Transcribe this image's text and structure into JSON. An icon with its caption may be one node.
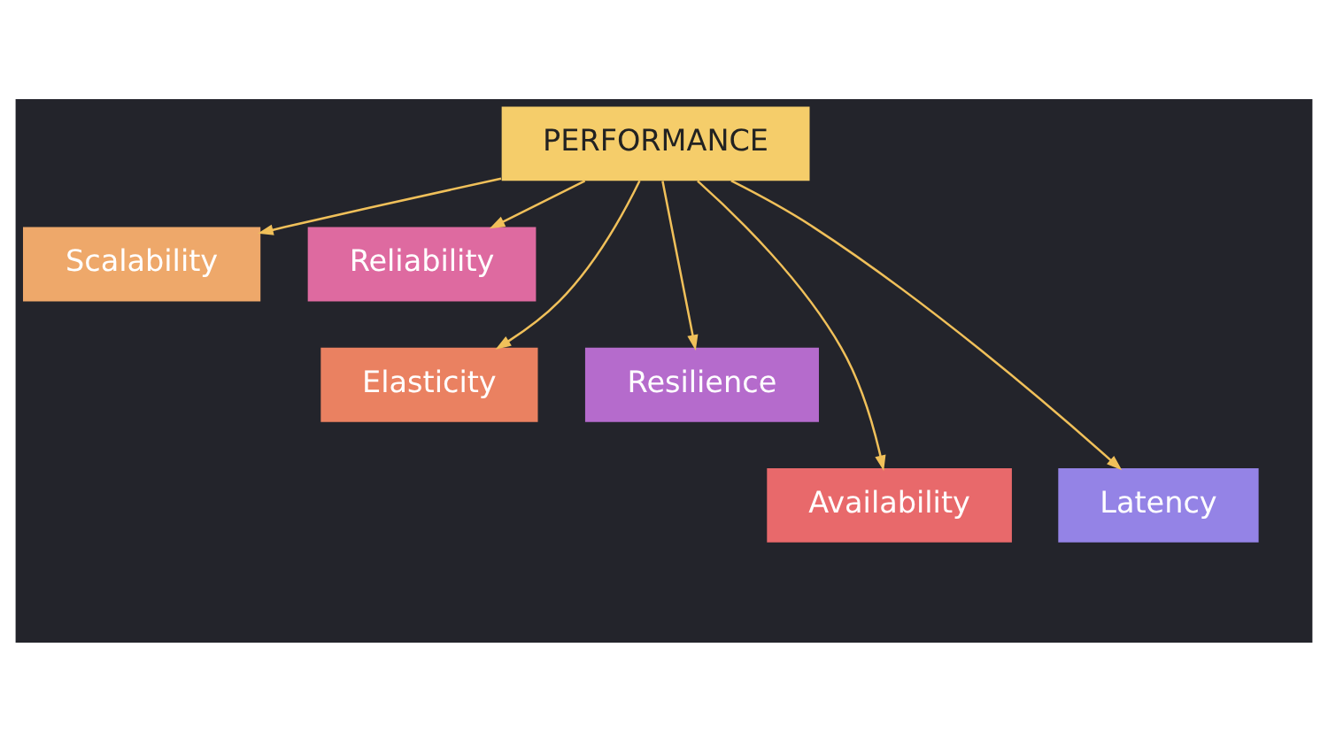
{
  "diagram": {
    "nodes": [
      {
        "text": [
          "PERFORMANCE"
        ]
      },
      {
        "text": [
          "Scalability"
        ]
      },
      {
        "text": [
          "Reliability"
        ]
      },
      {
        "text": [
          "Elasticity"
        ]
      },
      {
        "text": [
          "Resilience"
        ]
      },
      {
        "text": [
          "Availability"
        ]
      },
      {
        "text": [
          "Latency"
        ]
      }
    ],
    "edges": [
      {
        "from": 0,
        "to": 1,
        "arrow": "to"
      },
      {
        "from": 0,
        "to": 3,
        "arrow": "to"
      },
      {
        "from": 0,
        "to": 5,
        "arrow": "to"
      },
      {
        "from": 0,
        "to": 6,
        "arrow": "to"
      },
      {
        "from": 0,
        "to": 4,
        "arrow": "to"
      },
      {
        "from": 0,
        "to": 2,
        "arrow": "to"
      }
    ]
  }
}
